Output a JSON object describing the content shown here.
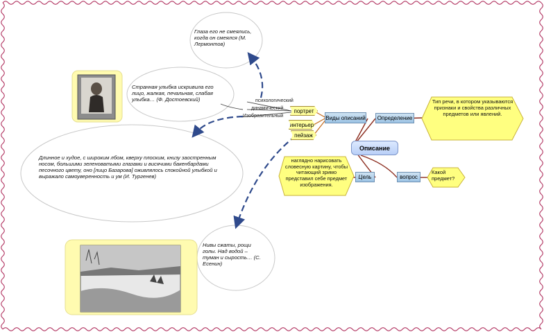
{
  "center": "Описание",
  "types_hub": "Виды описаний",
  "definition_label": "Определение",
  "definition_text": "Тип речи, в котором указываются признаки и свойства различных предметов или явлений.",
  "goal_label": "Цель",
  "goal_text": "наглядно нарисовать словесную картину, чтобы читающий зримо представил себе предмет изображения.",
  "question_label": "вопрос",
  "question_text": "Какой предмет?",
  "types": [
    "портрет",
    "интерьер",
    "пейзаж"
  ],
  "portrait_kinds": [
    "психологический",
    "динамический",
    "Изобразительный"
  ],
  "quotes": {
    "lermontov": "Глаза его не смеялись, когда он смеялся (М. Лермонтов)",
    "dostoevsky": "Странная улыбка искривила его лицо, жалкая, печальная, слабая улыбка… (Ф. Достоевский)",
    "turgenev": "Длинное и худое, с широким лбом, кверху плоским, книзу заостренным носом, большими зеленоватыми глазами и висячими бакенбардами песочного цвету, оно [лицо Базарова] оживлялось спокойной улыбкой и выражало самоуверенность и ум (И. Тургенев)",
    "esenin": "Нивы сжаты, рощи голы. Над водой – туман и сырость… (С. Есенин)"
  },
  "colors": {
    "border": "#b0305e",
    "hex_fill": "#ffff80",
    "blue_node": "#a9cbe8",
    "arrow": "#2f4a8c",
    "connector": "#8b2c1e"
  }
}
